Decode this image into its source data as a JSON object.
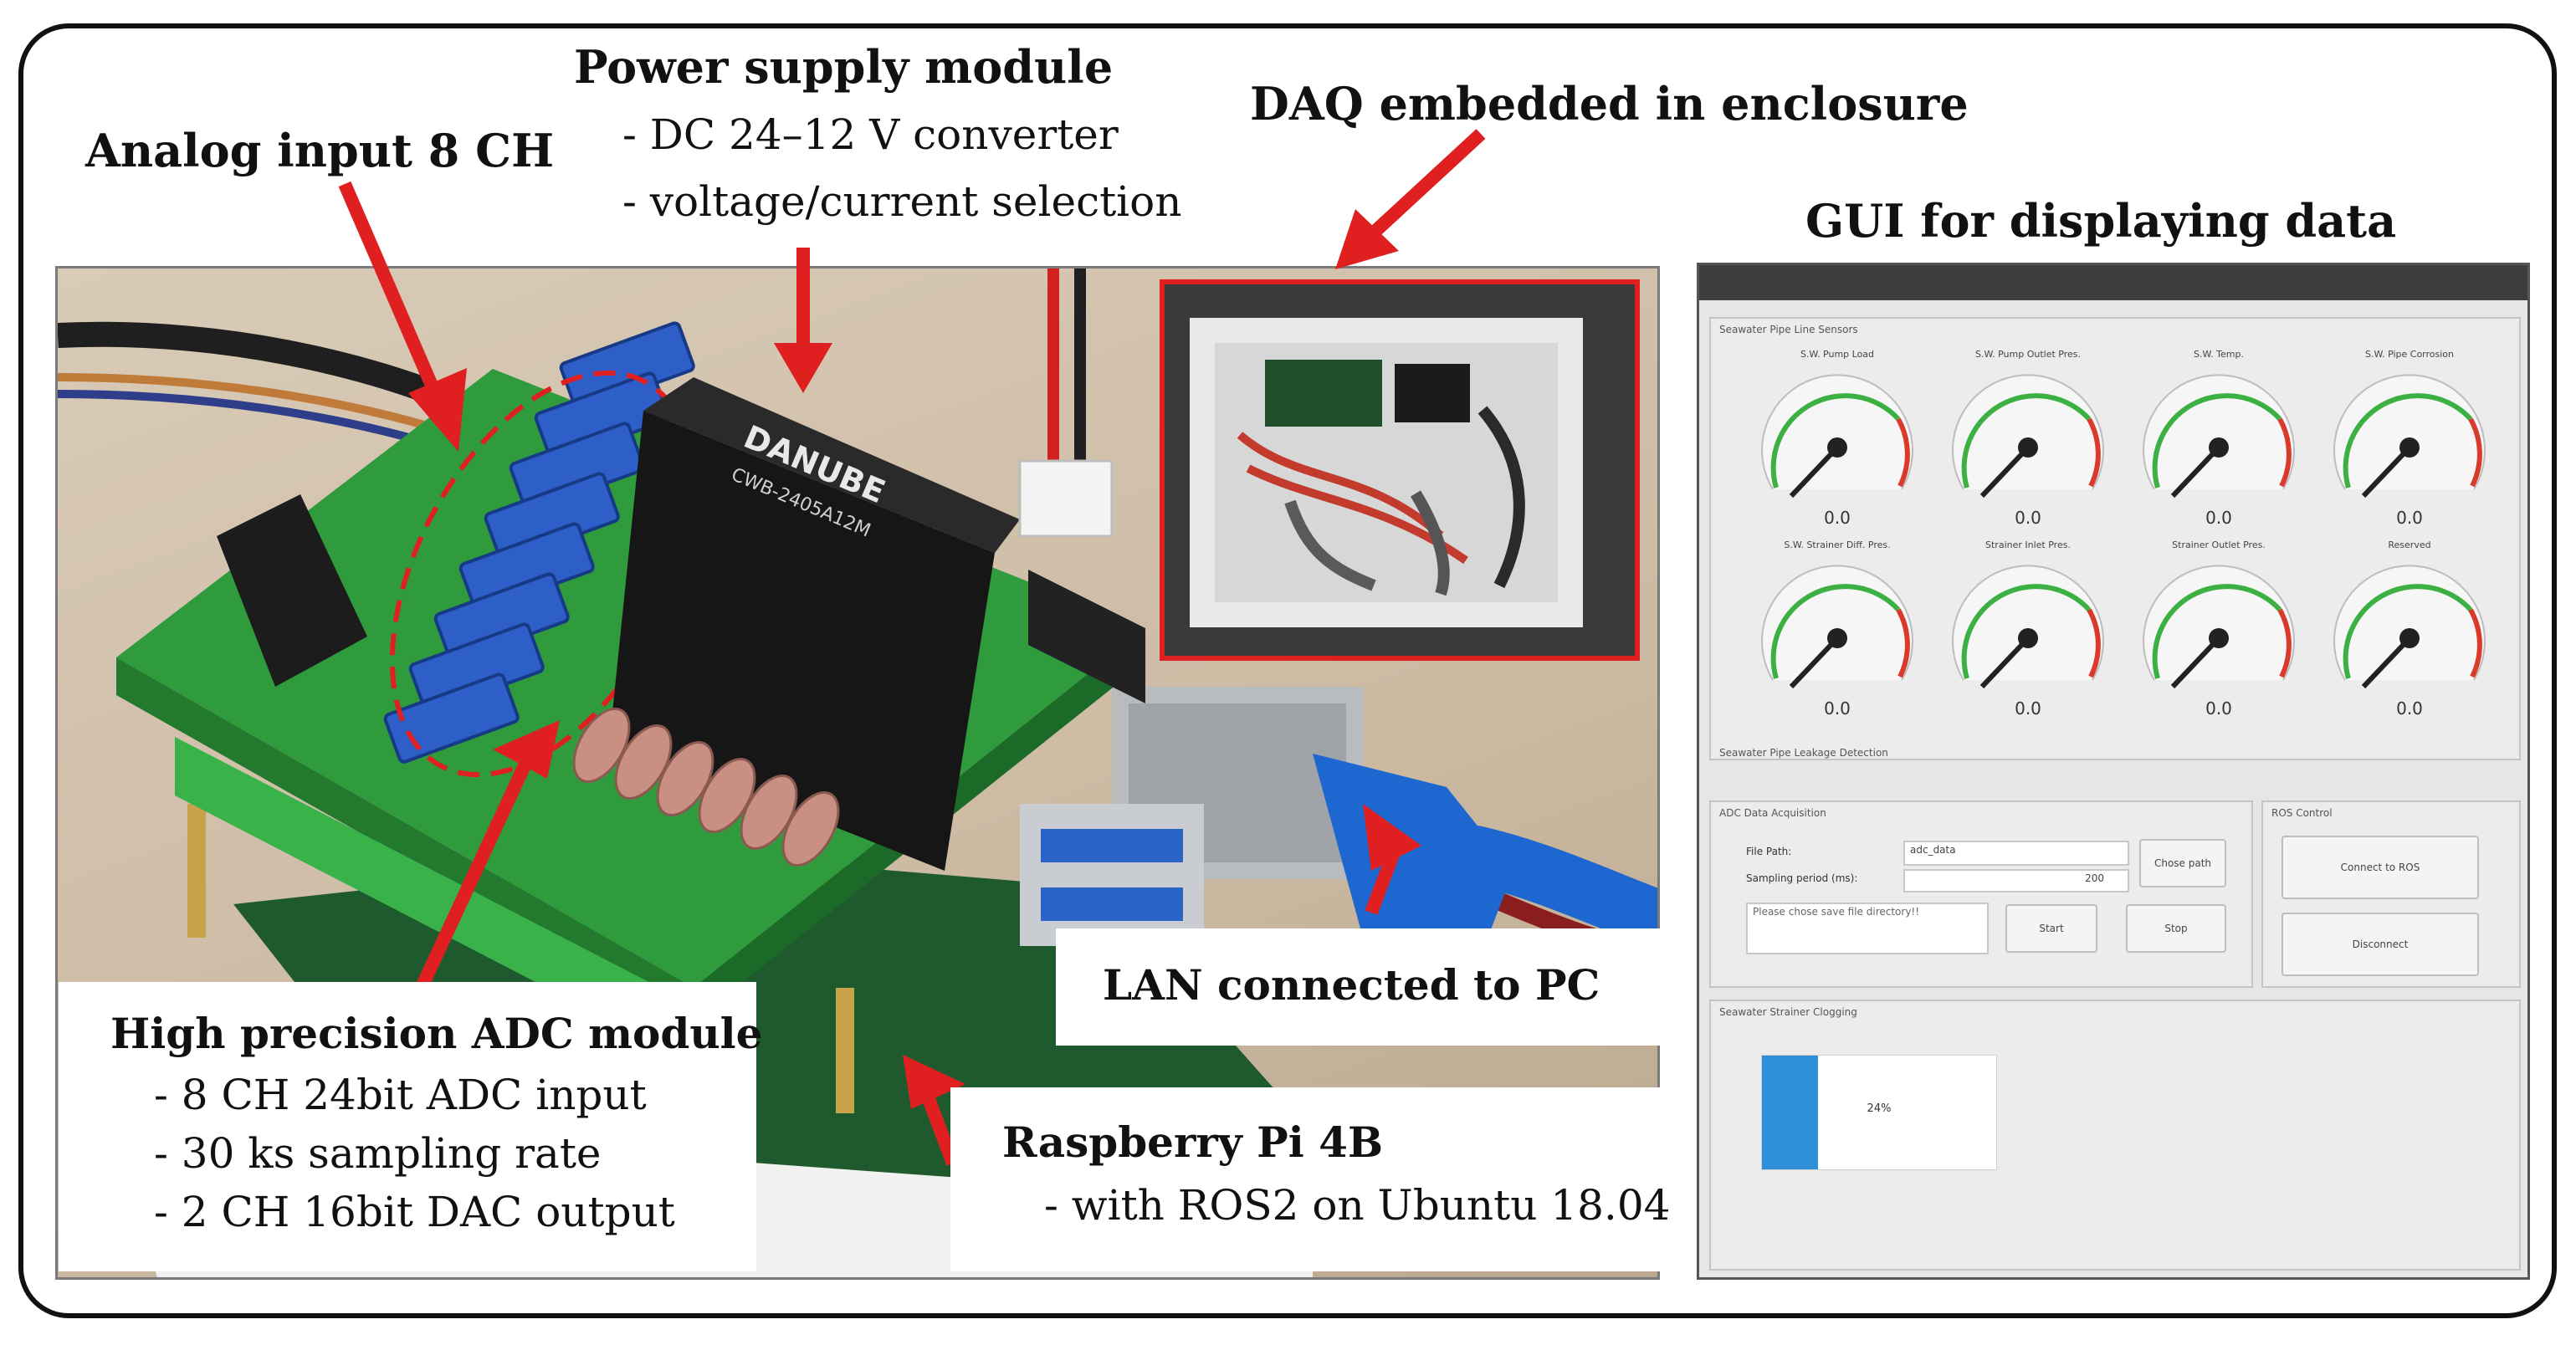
{
  "labels": {
    "power_title": "Power supply module",
    "power_line1": "- DC 24–12 V converter",
    "power_line2": "- voltage/current  selection",
    "analog": "Analog input 8 CH",
    "daq": "DAQ embedded in enclosure",
    "gui_title": "GUI for displaying data",
    "lan": "LAN connected to PC",
    "adc_title": "High precision ADC module",
    "adc_line1": "- 8 CH 24bit ADC input",
    "adc_line2": "- 30 ks sampling rate",
    "adc_line3": "- 2 CH 16bit DAC output",
    "rpi_title": "Raspberry Pi 4B",
    "rpi_line1": "- with ROS2 on Ubuntu 18.04"
  },
  "board": {
    "brand": "DANUBE",
    "model": "CWB-2405A12M"
  },
  "gui": {
    "sensors_panel": "Seawater Pipe Line Sensors",
    "leakage_panel": "Seawater Pipe Leakage Detection",
    "gauges": [
      {
        "title": "S.W. Pump Load",
        "value": "0.0"
      },
      {
        "title": "S.W. Pump Outlet Pres.",
        "value": "0.0"
      },
      {
        "title": "S.W. Temp.",
        "value": "0.0"
      },
      {
        "title": "S.W. Pipe Corrosion",
        "value": "0.0"
      },
      {
        "title": "S.W. Strainer Diff. Pres.",
        "value": "0.0"
      },
      {
        "title": "Strainer Inlet Pres.",
        "value": "0.0"
      },
      {
        "title": "Strainer Outlet Pres.",
        "value": "0.0"
      },
      {
        "title": "Reserved",
        "value": "0.0"
      }
    ],
    "adc_panel": "ADC Data Acquisition",
    "file_path_label": "File Path:",
    "file_path_value": "adc_data",
    "choose_path": "Chose path",
    "sampling_label": "Sampling period (ms):",
    "sampling_value": "200",
    "directory_placeholder": "Please chose save file directory!!",
    "start": "Start",
    "stop": "Stop",
    "ros_panel": "ROS Control",
    "connect_ros": "Connect to ROS",
    "disconnect": "Disconnect",
    "clogging_panel": "Seawater Strainer Clogging",
    "clogging_percent": 24,
    "clogging_label": "24%",
    "colors": {
      "accent": "#2e8fd8",
      "gauge_green": "#3cb043",
      "gauge_red": "#d93a2b"
    }
  }
}
